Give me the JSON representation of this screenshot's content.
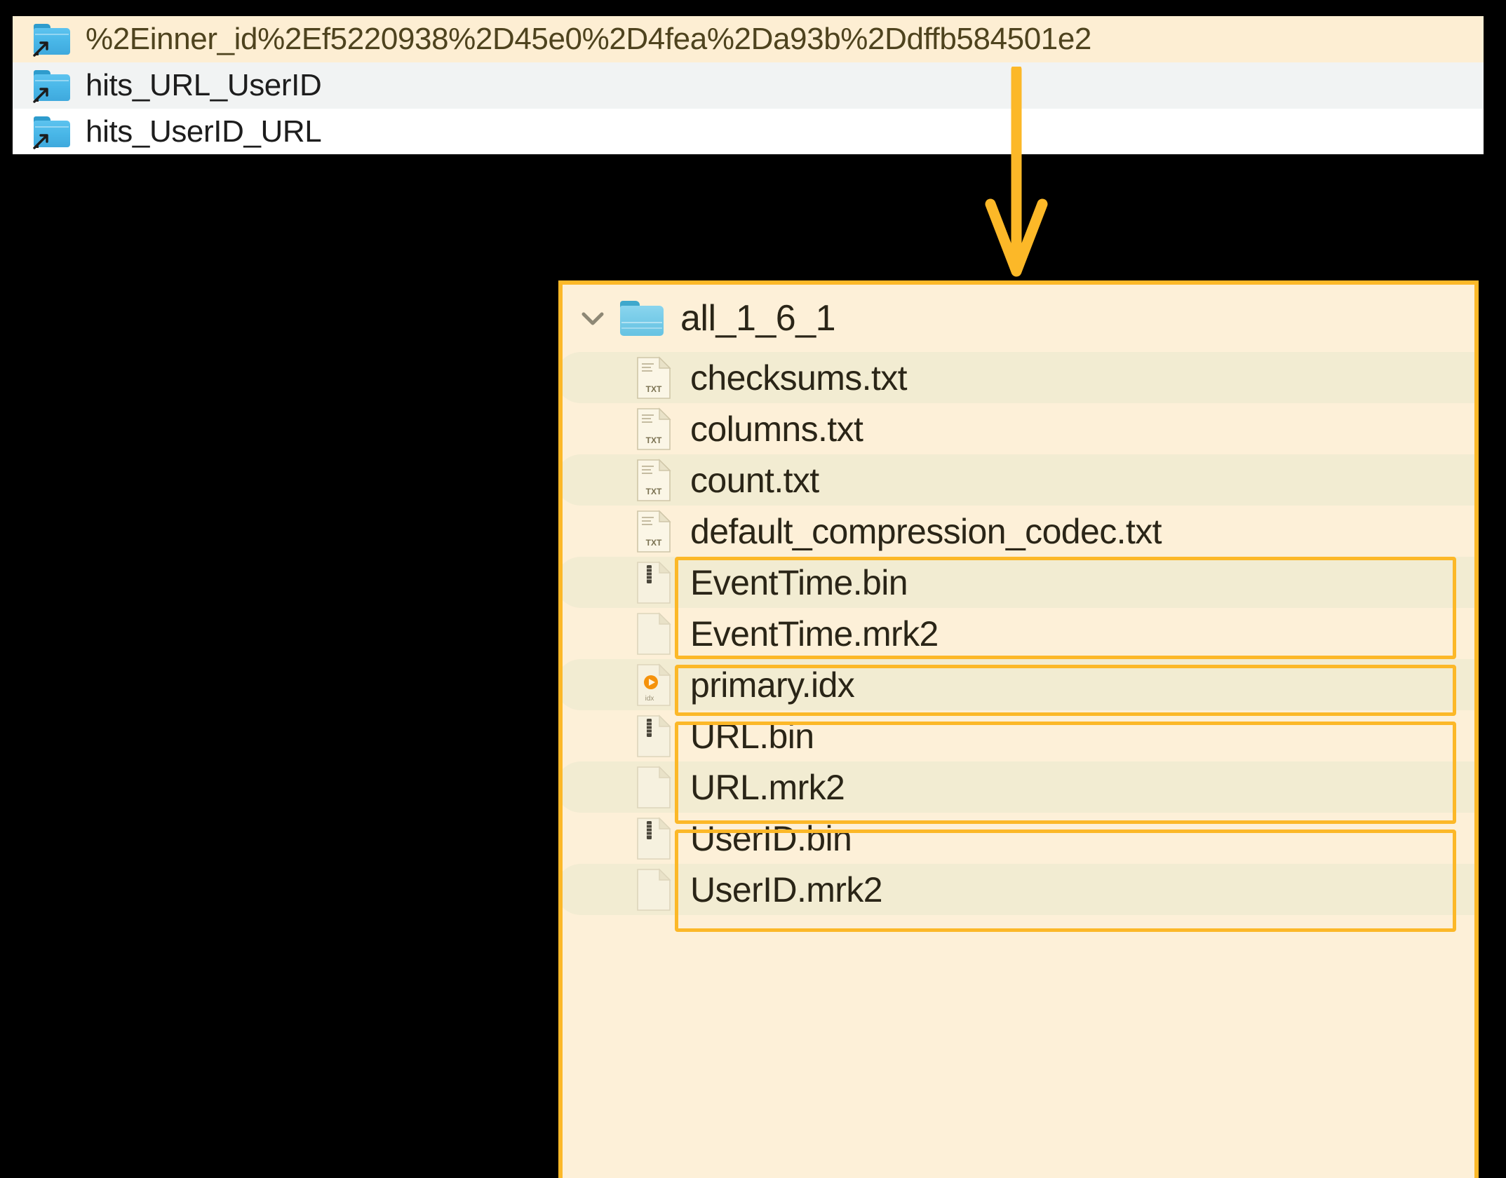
{
  "top_list": {
    "rows": [
      {
        "label": "%2Einner_id%2Ef5220938%2D45e0%2D4fea%2Da93b%2Ddffb584501e2",
        "icon": "folder-shortcut-icon",
        "state": "cream"
      },
      {
        "label": "hits_URL_UserID",
        "icon": "folder-shortcut-icon",
        "state": "gray"
      },
      {
        "label": "hits_UserID_URL",
        "icon": "folder-shortcut-icon",
        "state": "white"
      }
    ]
  },
  "connector": {
    "icon": "down-arrow-icon",
    "color": "#fcb828"
  },
  "detail_panel": {
    "border_color": "#fcb828",
    "background_color": "#fdf0d8",
    "folder": {
      "chevron_icon": "chevron-down-icon",
      "folder_icon": "folder-icon",
      "name": "all_1_6_1"
    },
    "files": [
      {
        "name": "checksums.txt",
        "icon": "txt-file-icon",
        "stripe": "odd",
        "highlighted": false
      },
      {
        "name": "columns.txt",
        "icon": "txt-file-icon",
        "stripe": "even",
        "highlighted": false
      },
      {
        "name": "count.txt",
        "icon": "txt-file-icon",
        "stripe": "odd",
        "highlighted": false
      },
      {
        "name": "default_compression_codec.txt",
        "icon": "txt-file-icon",
        "stripe": "even",
        "highlighted": false
      },
      {
        "name": "EventTime.bin",
        "icon": "bin-file-icon",
        "stripe": "odd",
        "highlighted": true
      },
      {
        "name": "EventTime.mrk2",
        "icon": "blank-file-icon",
        "stripe": "even",
        "highlighted": true
      },
      {
        "name": "primary.idx",
        "icon": "idx-file-icon",
        "stripe": "odd",
        "highlighted": true
      },
      {
        "name": "URL.bin",
        "icon": "bin-file-icon",
        "stripe": "even",
        "highlighted": true
      },
      {
        "name": "URL.mrk2",
        "icon": "blank-file-icon",
        "stripe": "odd",
        "highlighted": true
      },
      {
        "name": "UserID.bin",
        "icon": "bin-file-icon",
        "stripe": "even",
        "highlighted": true
      },
      {
        "name": "UserID.mrk2",
        "icon": "blank-file-icon",
        "stripe": "odd",
        "highlighted": true
      }
    ],
    "highlight_groups": [
      {
        "start": 4,
        "end": 5
      },
      {
        "start": 6,
        "end": 6
      },
      {
        "start": 7,
        "end": 8
      },
      {
        "start": 9,
        "end": 10
      }
    ]
  },
  "icon_glyphs": {
    "txt_label": "TXT",
    "idx_label": "idx"
  }
}
